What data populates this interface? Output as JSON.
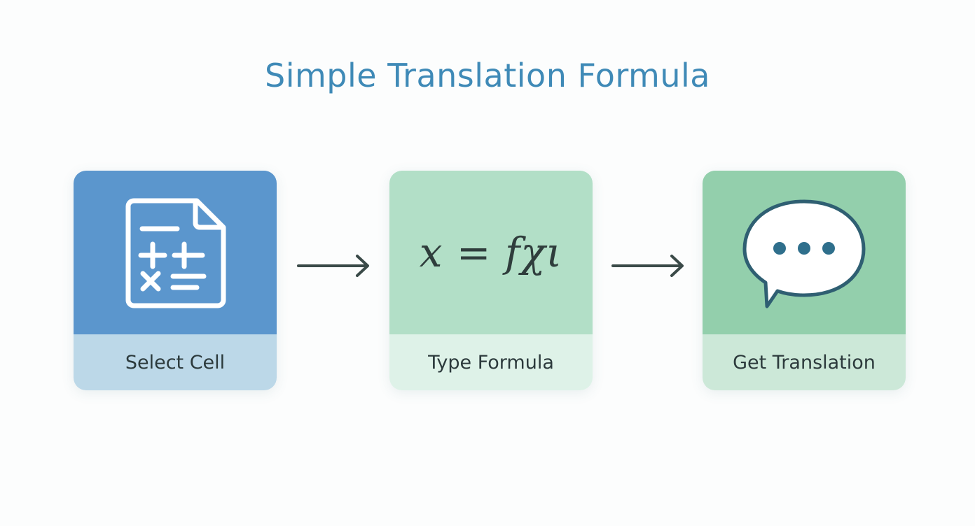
{
  "title": "Simple Translation Formula",
  "steps": [
    {
      "label": "Select Cell",
      "icon": "spreadsheet-document-icon"
    },
    {
      "label": "Type Formula",
      "formula": "x = fχι"
    },
    {
      "label": "Get Translation",
      "icon": "speech-bubble-icon"
    }
  ],
  "colors": {
    "title": "#3f8ab7",
    "step1_top": "#5b96cd",
    "step1_bottom": "#bcd8e8",
    "step2_top": "#b2dfc7",
    "step2_bottom": "#def2e8",
    "step3_top": "#93cfac",
    "step3_bottom": "#cce8d8",
    "arrow": "#3a4a48"
  }
}
